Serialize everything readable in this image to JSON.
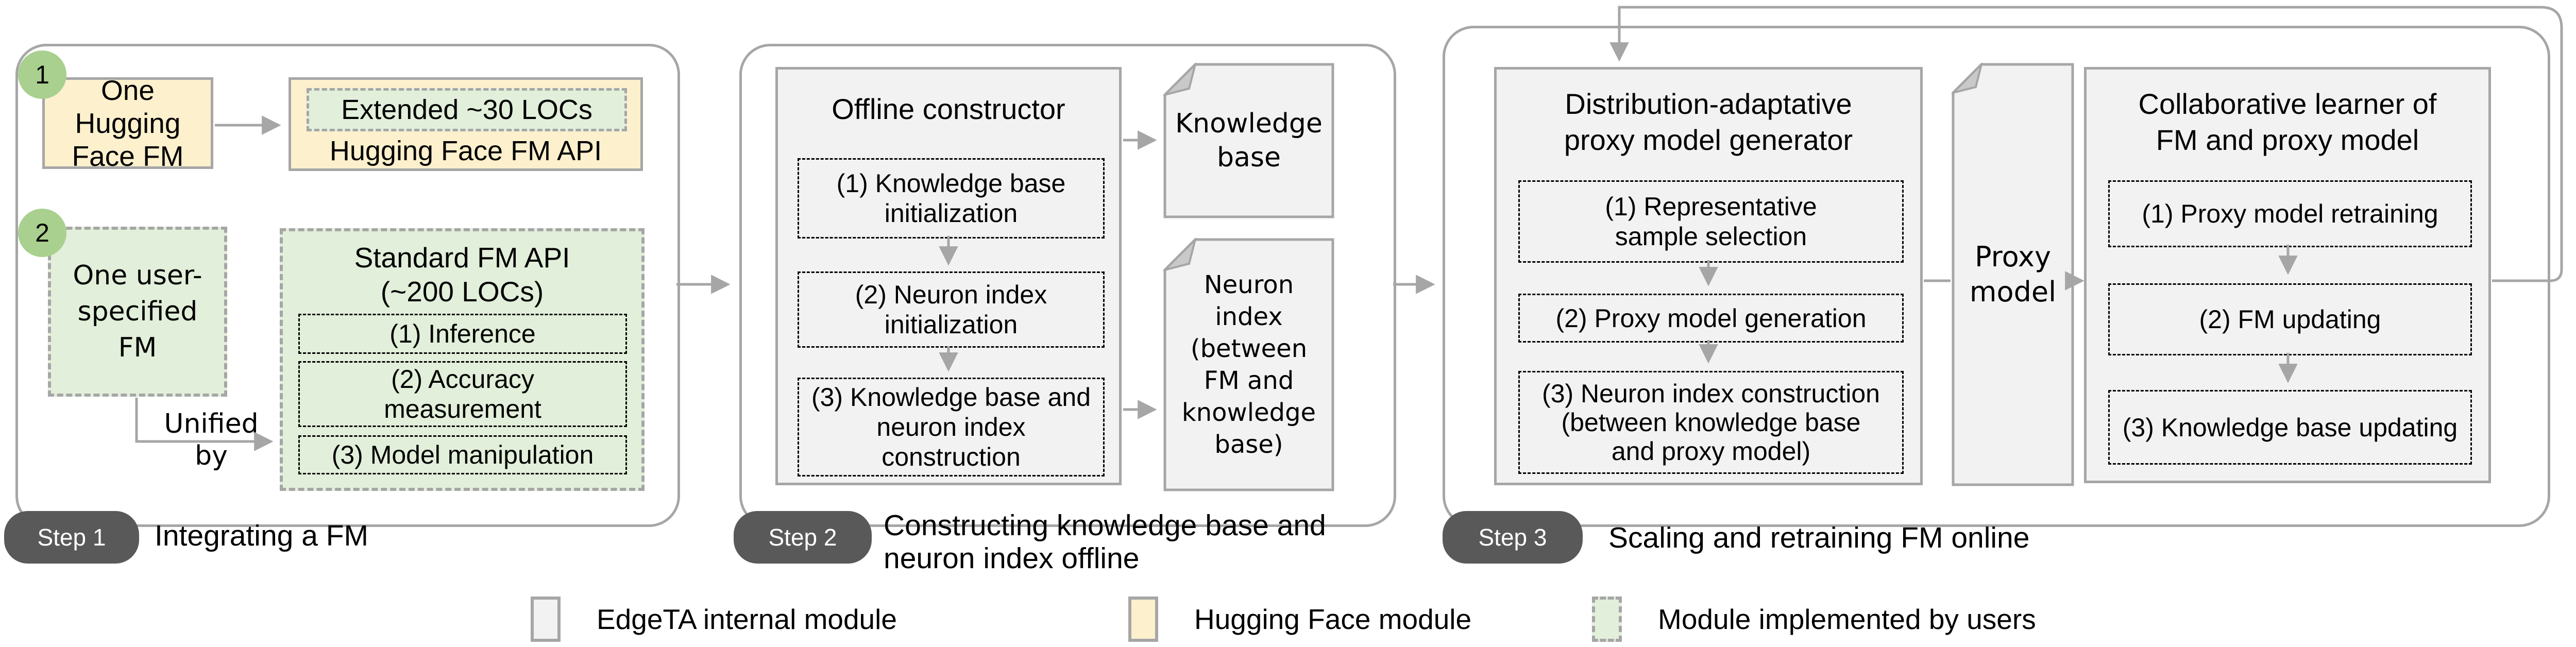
{
  "figure": {
    "steps": [
      {
        "badge": "Step 1",
        "caption": "Integrating a FM"
      },
      {
        "badge": "Step 2",
        "caption": "Constructing knowledge base and\nneuron index offline"
      },
      {
        "badge": "Step 3",
        "caption": "Scaling and retraining FM online"
      }
    ],
    "step1": {
      "circle1": "1",
      "circle2": "2",
      "hf_fm_box": "One Hugging\nFace FM",
      "extended_label": "Extended ~30 LOCs",
      "hf_api_label": "Hugging Face FM API",
      "user_fm_box": "One user-\nspecified\nFM",
      "unified_by": "Unified\nby",
      "std_api_title": "Standard FM API\n(~200 LOCs)",
      "std_api_items": [
        "(1) Inference",
        "(2) Accuracy\nmeasurement",
        "(3) Model manipulation"
      ]
    },
    "step2": {
      "constructor_title": "Offline constructor",
      "constructor_items": [
        "(1) Knowledge base\ninitialization",
        "(2) Neuron index\ninitialization",
        "(3) Knowledge base and\nneuron index\nconstruction"
      ],
      "kb_doc": "Knowledge\nbase",
      "ni_doc": "Neuron\nindex\n(between\nFM and\nknowledge\nbase)"
    },
    "step3": {
      "generator_title": "Distribution-adaptative\nproxy model generator",
      "generator_items": [
        "(1) Representative\nsample selection",
        "(2) Proxy model generation",
        "(3) Neuron index construction\n(between knowledge base\nand proxy model)"
      ],
      "proxy_doc": "Proxy\nmodel",
      "learner_title": "Collaborative learner of\nFM and proxy model",
      "learner_items": [
        "(1) Proxy model retraining",
        "(2) FM updating",
        "(3) Knowledge base updating"
      ]
    },
    "legend": {
      "items": [
        {
          "label": "EdgeTA internal module"
        },
        {
          "label": "Hugging Face module"
        },
        {
          "label": "Module implemented by users"
        }
      ]
    },
    "colors": {
      "internal_module": "#f2f2f2",
      "huggingface_module": "#fdf0cd",
      "user_module": "#e2efda",
      "border_gray": "#a6a6a6",
      "badge_gray": "#595959",
      "step_circle_green": "#a9d08e"
    }
  }
}
